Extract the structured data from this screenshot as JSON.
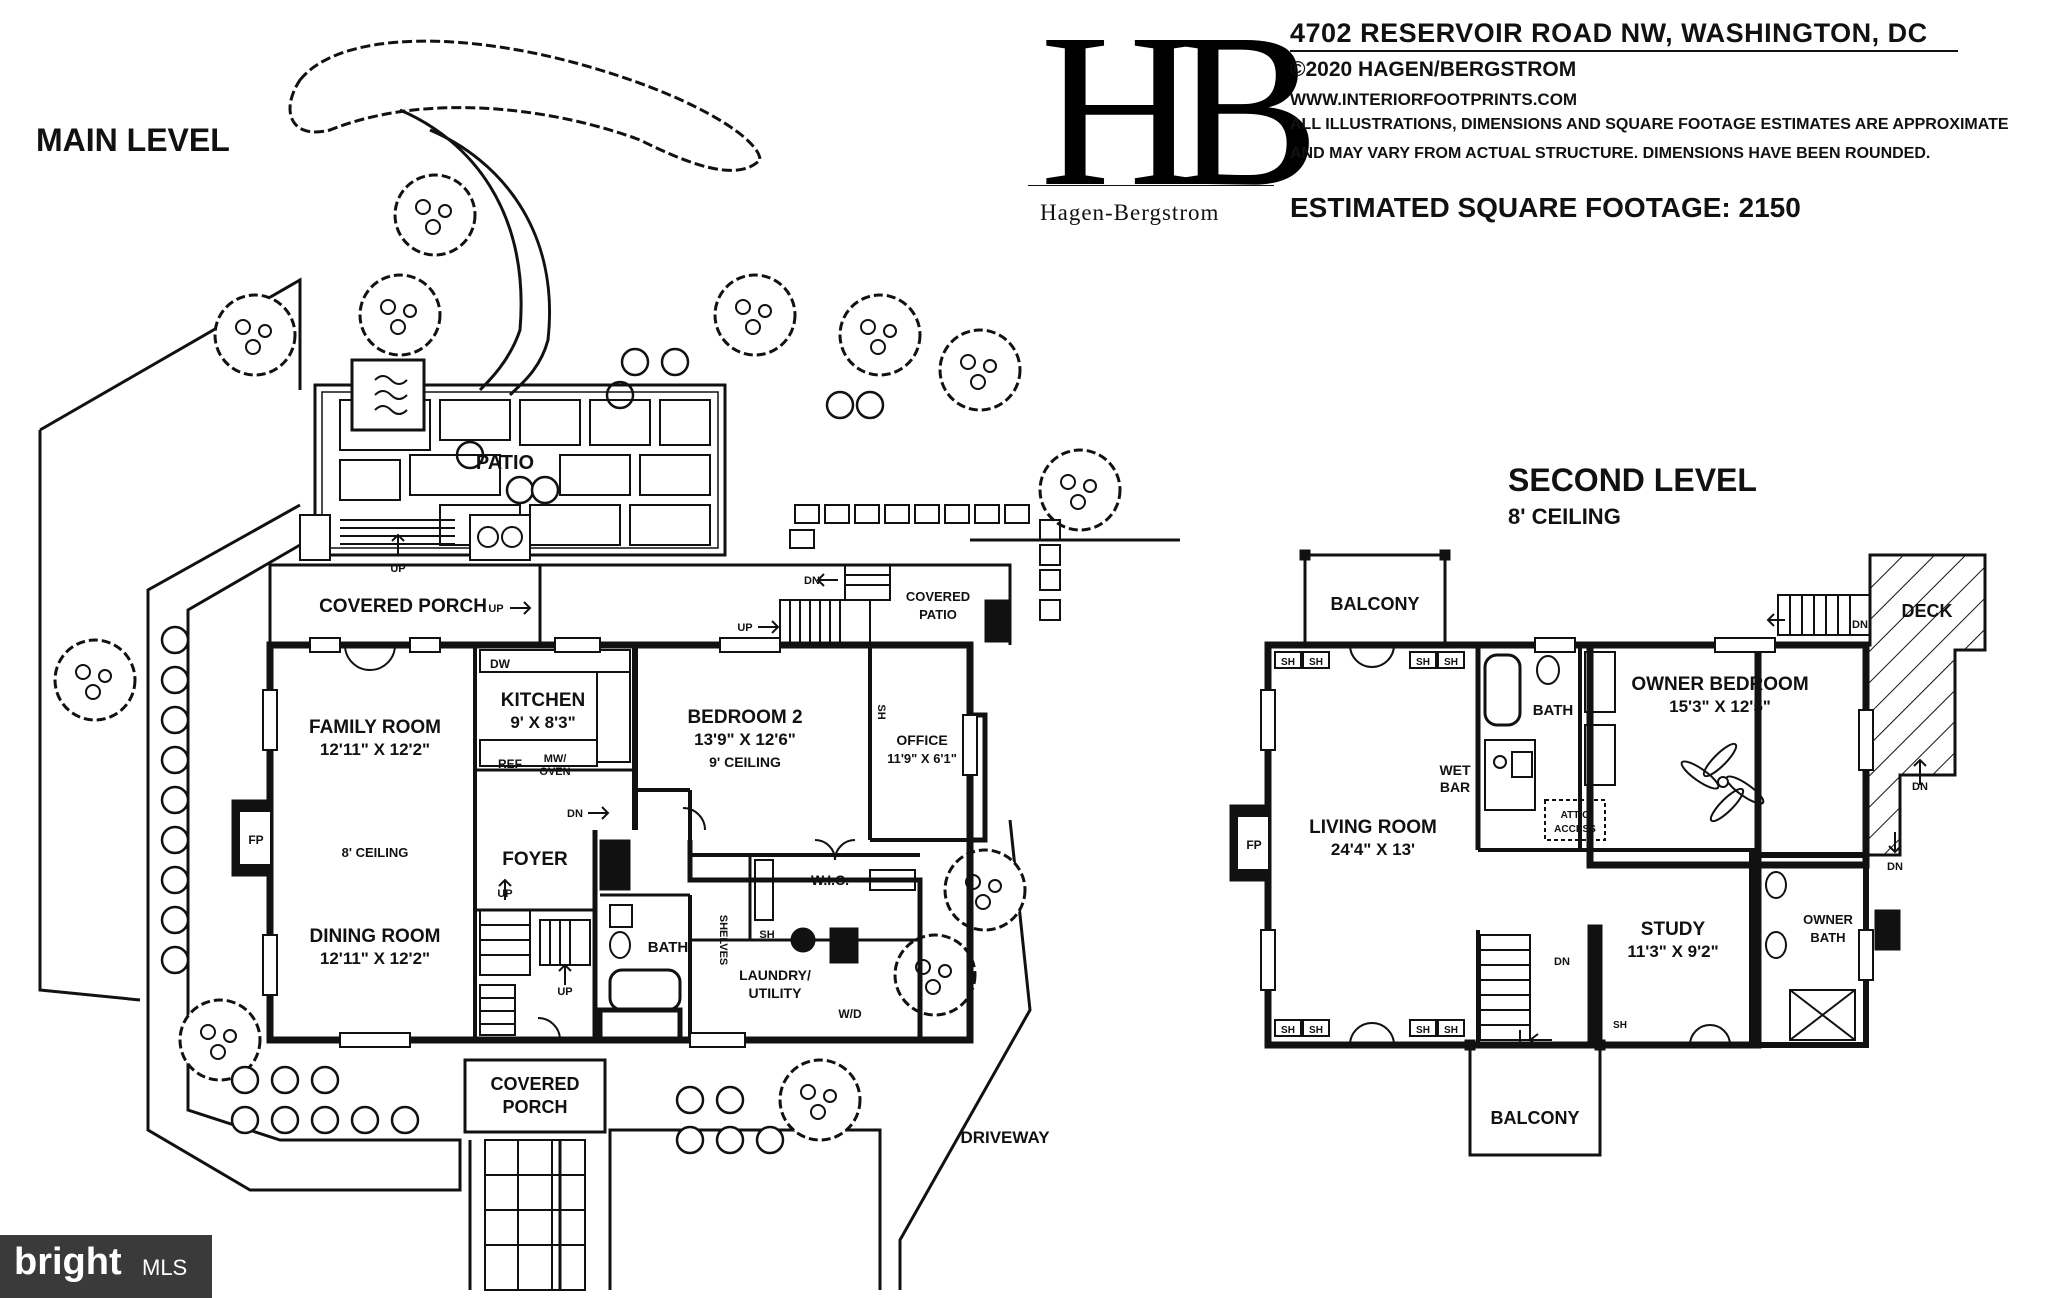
{
  "header": {
    "address": "4702 RESERVOIR ROAD NW, WASHINGTON, DC",
    "copyright": "©2020 HAGEN/BERGSTROM",
    "website": "WWW.INTERIORFOOTPRINTS.COM",
    "disclaimer_1": "ALL ILLUSTRATIONS, DIMENSIONS AND SQUARE FOOTAGE ESTIMATES ARE APPROXIMATE",
    "disclaimer_2": "AND MAY VARY FROM ACTUAL STRUCTURE. DIMENSIONS HAVE BEEN ROUNDED.",
    "square_footage": "ESTIMATED SQUARE FOOTAGE: 2150"
  },
  "logo": {
    "monogram": "HB",
    "brand": "Hagen-Bergstrom"
  },
  "main_level": {
    "title": "MAIN LEVEL",
    "rooms": {
      "patio": "PATIO",
      "covered_porch_back": "COVERED PORCH",
      "covered_patio_1": "COVERED",
      "covered_patio_2": "PATIO",
      "kitchen": "KITCHEN",
      "kitchen_dim": "9' X 8'3\"",
      "family_room": "FAMILY ROOM",
      "family_room_dim": "12'11\" X 12'2\"",
      "ceiling_8": "8' CEILING",
      "dining_room": "DINING ROOM",
      "dining_room_dim": "12'11\" X 12'2\"",
      "foyer": "FOYER",
      "bedroom_2": "BEDROOM 2",
      "bedroom_2_dim": "13'9\" X 12'6\"",
      "ceiling_9": "9' CEILING",
      "office": "OFFICE",
      "office_dim": "11'9\" X 6'1\"",
      "wic": "W.I.C.",
      "bath": "BATH",
      "laundry_1": "LAUNDRY/",
      "laundry_2": "UTILITY",
      "covered_porch_front_1": "COVERED",
      "covered_porch_front_2": "PORCH",
      "driveway": "DRIVEWAY"
    },
    "fixtures": {
      "dw": "DW",
      "ref": "REF",
      "mw": "MW/",
      "oven": "OVEN",
      "fp": "FP",
      "sh": "SH",
      "shelves": "SHELVES",
      "wd": "W/D"
    },
    "stairs": {
      "up": "UP",
      "dn": "DN"
    }
  },
  "second_level": {
    "title": "SECOND LEVEL",
    "ceiling": "8' CEILING",
    "rooms": {
      "balcony": "BALCONY",
      "deck": "DECK",
      "owner_bedroom": "OWNER BEDROOM",
      "owner_bedroom_dim": "15'3\" X 12'5\"",
      "bath": "BATH",
      "wet_1": "WET",
      "wet_2": "BAR",
      "attic_1": "ATTIC",
      "attic_2": "ACCESS",
      "living_room": "LIVING ROOM",
      "living_room_dim": "24'4\" X 13'",
      "study": "STUDY",
      "study_dim": "11'3\" X 9'2\"",
      "owner_bath_1": "OWNER",
      "owner_bath_2": "BATH",
      "balcony_front": "BALCONY"
    },
    "fixtures": {
      "fp": "FP",
      "sh": "SH"
    },
    "stairs": {
      "dn": "DN"
    }
  },
  "watermark": {
    "brand": "bright",
    "suffix": "MLS"
  },
  "colors": {
    "ink": "#111111",
    "background": "#ffffff",
    "watermark_bg": "#3a3a3a"
  }
}
